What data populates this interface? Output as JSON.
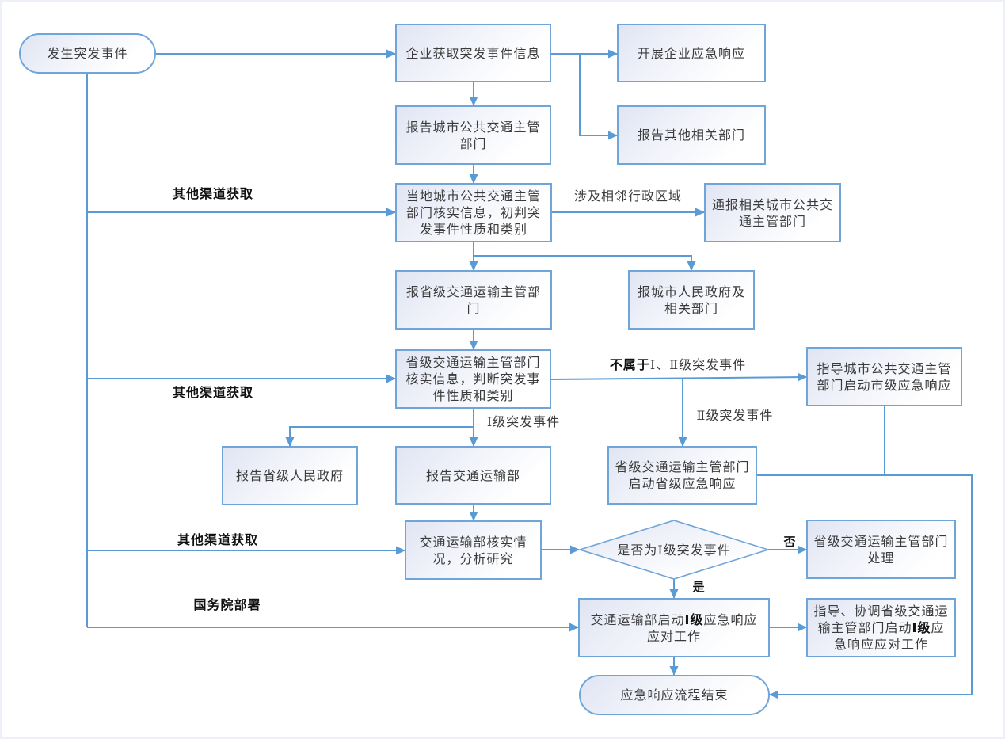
{
  "diagram": {
    "type": "flowchart",
    "nodes": {
      "start": {
        "shape": "terminal",
        "lines": [
          "发生突发事件"
        ]
      },
      "enterprise_info": {
        "shape": "process",
        "lines": [
          "企业获取突发事件信息"
        ]
      },
      "enterprise_response": {
        "shape": "process",
        "lines": [
          "开展企业应急响应"
        ]
      },
      "report_city": {
        "shape": "process",
        "lines": [
          "报告城市公共交通主管",
          "部门"
        ]
      },
      "report_other": {
        "shape": "process",
        "lines": [
          "报告其他相关部门"
        ]
      },
      "city_verify": {
        "shape": "process",
        "lines": [
          "当地城市公共交通主管",
          "部门核实信息，初判突",
          "发事件性质和类别"
        ]
      },
      "notify_neighbor": {
        "shape": "process",
        "lines": [
          "通报相关城市公共交",
          "通主管部门"
        ]
      },
      "report_province": {
        "shape": "process",
        "lines": [
          "报省级交通运输主管部",
          "门"
        ]
      },
      "report_city_gov": {
        "shape": "process",
        "lines": [
          "报城市人民政府及",
          "相关部门"
        ]
      },
      "province_verify": {
        "shape": "process",
        "lines": [
          "省级交通运输主管部门",
          "核实信息，判断突发事",
          "件性质和类别"
        ]
      },
      "guide_city": {
        "shape": "process",
        "lines": [
          "指导城市公共交通主管",
          "部门启动市级应急响应"
        ]
      },
      "report_prov_gov": {
        "shape": "process",
        "lines": [
          "报告省级人民政府"
        ]
      },
      "report_ministry": {
        "shape": "process",
        "lines": [
          "报告交通运输部"
        ]
      },
      "province_response": {
        "shape": "process",
        "lines": [
          "省级交通运输主管部门",
          "启动省级应急响应"
        ]
      },
      "ministry_verify": {
        "shape": "process",
        "lines": [
          "交通运输部核实情",
          "况，分析研究"
        ]
      },
      "decision": {
        "shape": "decision",
        "lines": [
          "是否为Ⅰ级突发事件"
        ]
      },
      "province_handle": {
        "shape": "process",
        "lines": [
          "省级交通运输主管部门",
          "处理"
        ]
      },
      "ministry_response": {
        "shape": "process",
        "lines": [
          [
            "交通运输部启动",
            "Ⅰ级",
            "应急响应"
          ],
          "应对工作"
        ]
      },
      "coordinate": {
        "shape": "process",
        "lines": [
          "指导、协调省级交通运",
          [
            "输主管部门启动",
            "Ⅰ级",
            "应"
          ],
          "急响应应对工作"
        ]
      },
      "end": {
        "shape": "terminal",
        "lines": [
          "应急响应流程结束"
        ]
      }
    },
    "edges": [
      {
        "from": "start",
        "to": "enterprise_info"
      },
      {
        "from": "enterprise_info",
        "to": "enterprise_response"
      },
      {
        "from": "enterprise_info",
        "to": "report_other"
      },
      {
        "from": "enterprise_info",
        "to": "report_city"
      },
      {
        "from": "report_city",
        "to": "city_verify"
      },
      {
        "from": "start",
        "to": "city_verify",
        "label": "其他渠道获取"
      },
      {
        "from": "city_verify",
        "to": "notify_neighbor",
        "label": "涉及相邻行政区域"
      },
      {
        "from": "city_verify",
        "to": "report_province"
      },
      {
        "from": "city_verify",
        "to": "report_city_gov"
      },
      {
        "from": "report_province",
        "to": "province_verify"
      },
      {
        "from": "start",
        "to": "province_verify",
        "label": "其他渠道获取"
      },
      {
        "from": "province_verify",
        "to": "guide_city",
        "label_runs": [
          "不属于",
          "Ⅰ、Ⅱ级突发事件"
        ]
      },
      {
        "from": "province_verify",
        "to": "province_response",
        "label": "Ⅱ级突发事件"
      },
      {
        "from": "province_verify",
        "to": "report_ministry",
        "label": "Ⅰ级突发事件"
      },
      {
        "from": "province_verify",
        "to": "report_prov_gov"
      },
      {
        "from": "report_ministry",
        "to": "ministry_verify"
      },
      {
        "from": "start",
        "to": "ministry_verify",
        "label": "其他渠道获取"
      },
      {
        "from": "ministry_verify",
        "to": "decision"
      },
      {
        "from": "decision",
        "to": "province_handle",
        "label": "否"
      },
      {
        "from": "decision",
        "to": "ministry_response",
        "label": "是"
      },
      {
        "from": "start",
        "to": "ministry_response",
        "label": "国务院部署"
      },
      {
        "from": "ministry_response",
        "to": "coordinate"
      },
      {
        "from": "ministry_response",
        "to": "end"
      },
      {
        "from": "province_response",
        "to": "end"
      },
      {
        "from": "guide_city",
        "to": "end"
      }
    ]
  },
  "colors": {
    "connector": "#5b9bd5",
    "box_border": "#6fa5d9",
    "box_fill_from": "#e0e5f3",
    "box_fill_to": "#ffffff",
    "box_text": "#3b3b3b",
    "label_text_strong": "#111111",
    "label_text_muted": "#3b3b3b"
  }
}
